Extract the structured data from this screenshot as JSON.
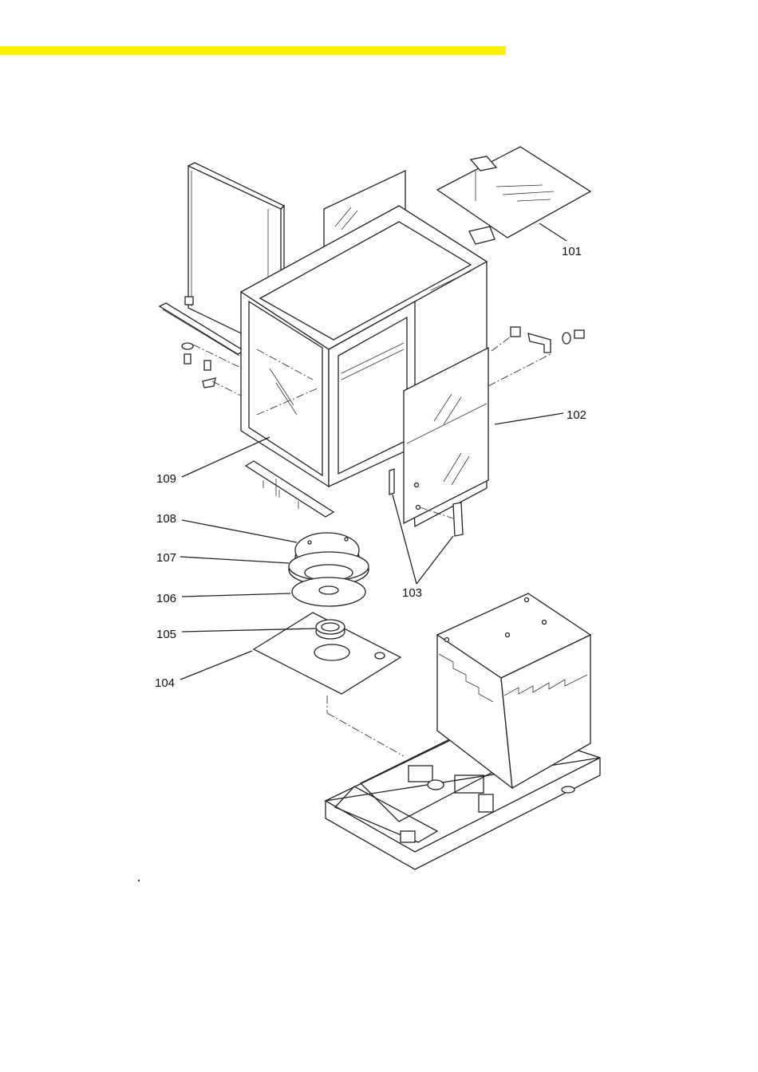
{
  "header": {
    "bar_color": "#fff200"
  },
  "callouts": [
    {
      "id": "101",
      "text": "101"
    },
    {
      "id": "102",
      "text": "102"
    },
    {
      "id": "103",
      "text": "103"
    },
    {
      "id": "104",
      "text": "104"
    },
    {
      "id": "105",
      "text": "105"
    },
    {
      "id": "106",
      "text": "106"
    },
    {
      "id": "107",
      "text": "107"
    },
    {
      "id": "108",
      "text": "108"
    },
    {
      "id": "109",
      "text": "109"
    }
  ]
}
